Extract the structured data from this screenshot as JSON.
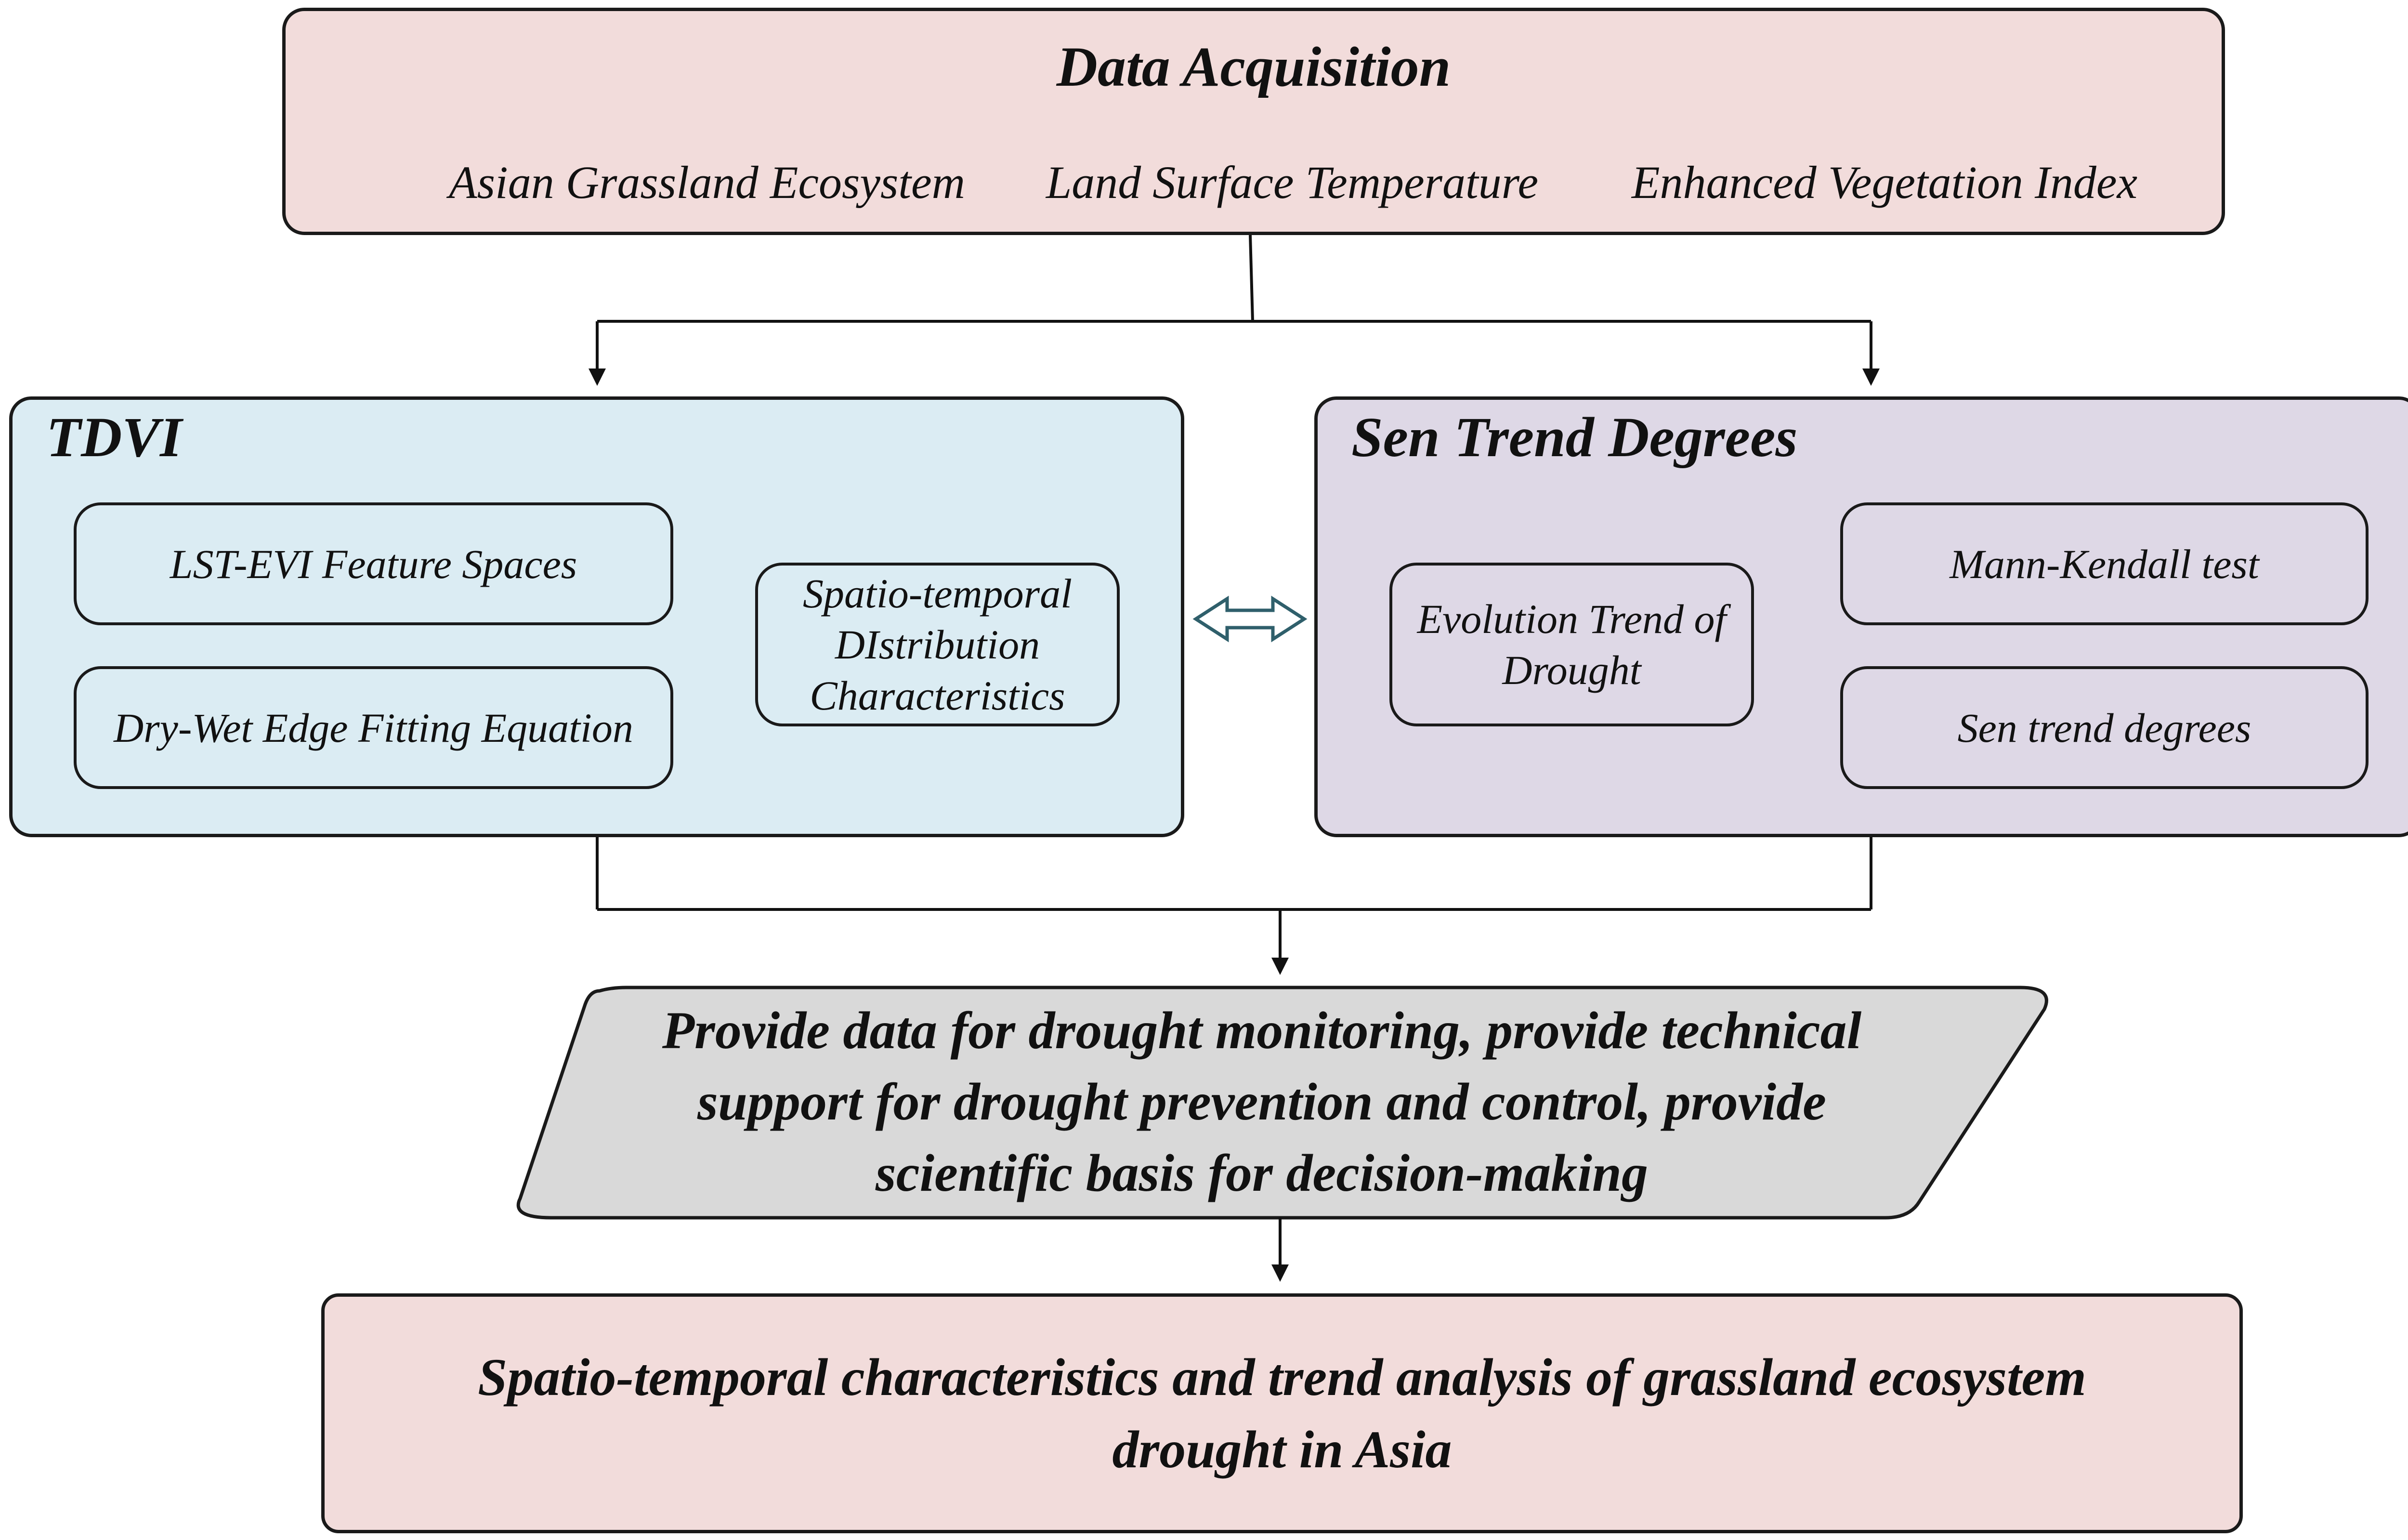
{
  "data_acquisition": {
    "title": "Data Acquisition",
    "sources": [
      "Asian Grassland Ecosystem",
      "Land Surface Temperature",
      "Enhanced Vegetation Index"
    ]
  },
  "tdvi": {
    "title": "TDVI",
    "feature_spaces": "LST-EVI Feature Spaces",
    "edge_fitting": "Dry-Wet Edge Fitting Equation",
    "distribution": [
      "Spatio-temporal",
      "DIstribution",
      "Characteristics"
    ]
  },
  "sen": {
    "title": "Sen Trend Degrees",
    "evolution": [
      "Evolution Trend of",
      "Drought"
    ],
    "mann_kendall": "Mann-Kendall test",
    "sen_trend": "Sen trend degrees"
  },
  "provide": {
    "lines": [
      "Provide data for drought monitoring, provide technical",
      "support for drought prevention and control, provide",
      "scientific basis for decision-making"
    ]
  },
  "result": {
    "lines": [
      "Spatio-temporal characteristics and trend analysis of grassland ecosystem",
      "drought in Asia"
    ]
  },
  "colors": {
    "data_acquisition_fill": "#f2dcdb",
    "tdvi_fill": "#dbecf3",
    "sen_fill": "#ded8e6",
    "provide_fill": "#d9d9d9",
    "result_fill": "#f2dcdb",
    "double_arrow_stroke": "#2f5f6b"
  }
}
